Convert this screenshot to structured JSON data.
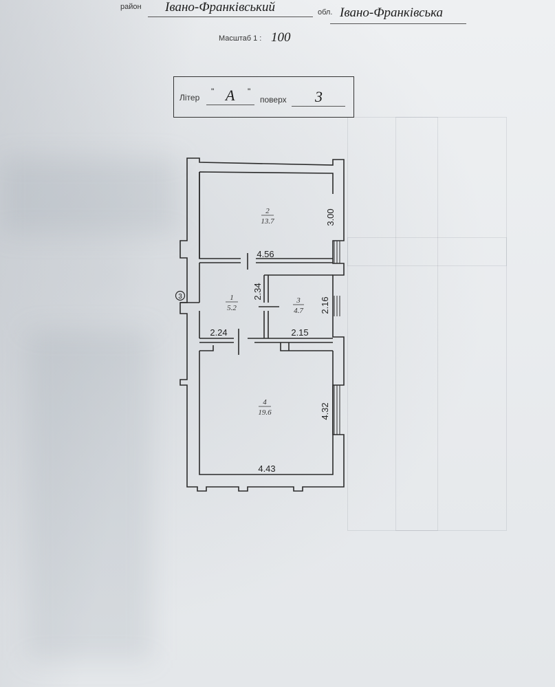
{
  "header": {
    "district_label": "район",
    "district_value": "Івано-Франківський",
    "region_label": "обл.",
    "region_value": "Івано-Франківська",
    "scale_label": "Масштаб 1 :",
    "scale_value": "100"
  },
  "letter_box": {
    "letter_label": "Літер",
    "letter_value": "А",
    "floor_label": "поверх",
    "floor_value": "3"
  },
  "plan": {
    "marker": "3",
    "dimensions": {
      "room2_height": "3.00",
      "top_width": "4.56",
      "room1_height": "2.34",
      "room3_height": "2.16",
      "room1_width": "2.24",
      "room3_width": "2.15",
      "room4_height": "4.32",
      "room4_width": "4.43"
    },
    "rooms": [
      {
        "number": "2",
        "area": "13.7"
      },
      {
        "number": "1",
        "area": "5.2"
      },
      {
        "number": "3",
        "area": "4.7"
      },
      {
        "number": "4",
        "area": "19.6"
      }
    ]
  },
  "colors": {
    "paper": "#e9ecef",
    "ink": "#222222"
  }
}
